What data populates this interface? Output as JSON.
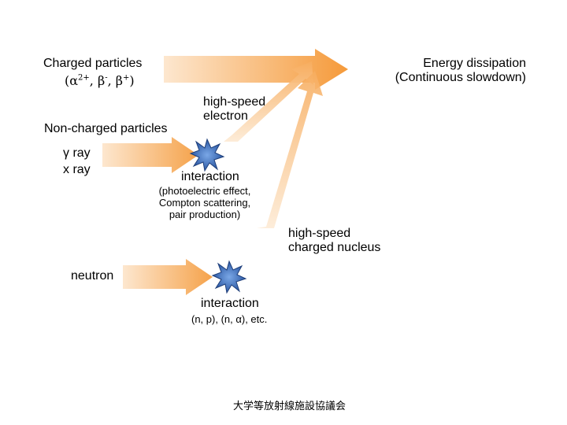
{
  "labels": {
    "charged_particles": "Charged particles",
    "charged_symbols": "(α2+, β-, β+)",
    "energy_dissipation_line1": "Energy dissipation",
    "energy_dissipation_line2": "(Continuous slowdown)",
    "high_speed_electron_line1": "high-speed",
    "high_speed_electron_line2": "electron",
    "non_charged_particles": "Non-charged particles",
    "gamma_ray": "γ ray",
    "x_ray": "x ray",
    "interaction_1": "interaction",
    "interaction_1_detail_line1": "(photoelectric effect,",
    "interaction_1_detail_line2": "Compton scattering,",
    "interaction_1_detail_line3": "pair production)",
    "high_speed_nucleus_line1": "high-speed",
    "high_speed_nucleus_line2": "charged nucleus",
    "neutron": "neutron",
    "interaction_2": "interaction",
    "interaction_2_detail": "(n, p), (n, α), etc.",
    "footer": "大学等放射線施設協議会"
  },
  "colors": {
    "arrow_orange": "#f59a3a",
    "arrow_light": "#fcdcb8",
    "burst_blue": "#4a7fc8",
    "burst_dark": "#1f3f7a"
  },
  "icons": [
    "interaction-burst-icon",
    "interaction-burst-icon"
  ]
}
